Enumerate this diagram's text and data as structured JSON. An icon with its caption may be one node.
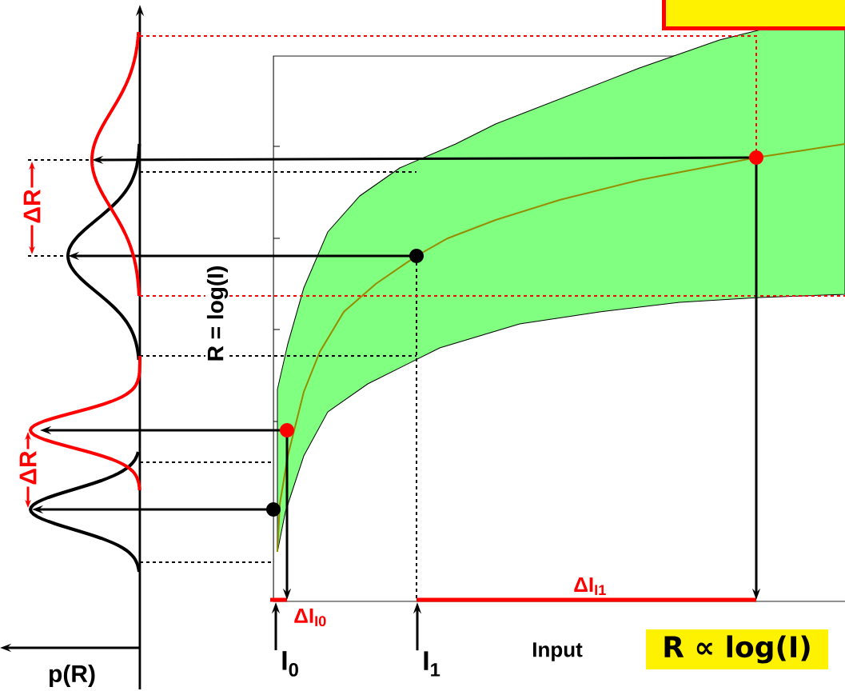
{
  "diagram": {
    "nodes": [
      {
        "text": [],
        "shape": "box"
      },
      {
        "text": [
          "I$_{0}$"
        ]
      },
      {
        "text": [
          "I$_{1}$"
        ]
      }
    ],
    "edges": [
      {
        "from": 1,
        "to": null,
        "arrow": "to"
      },
      {
        "from": 2,
        "to": null,
        "arrow": "to"
      }
    ],
    "labels": [
      "ΔR",
      "ΔR",
      "R = log(I)",
      "ΔI$_{I1}$",
      "ΔI$_{I0}$",
      "Input",
      "R ∝ log(I)",
      "p(R)"
    ]
  }
}
